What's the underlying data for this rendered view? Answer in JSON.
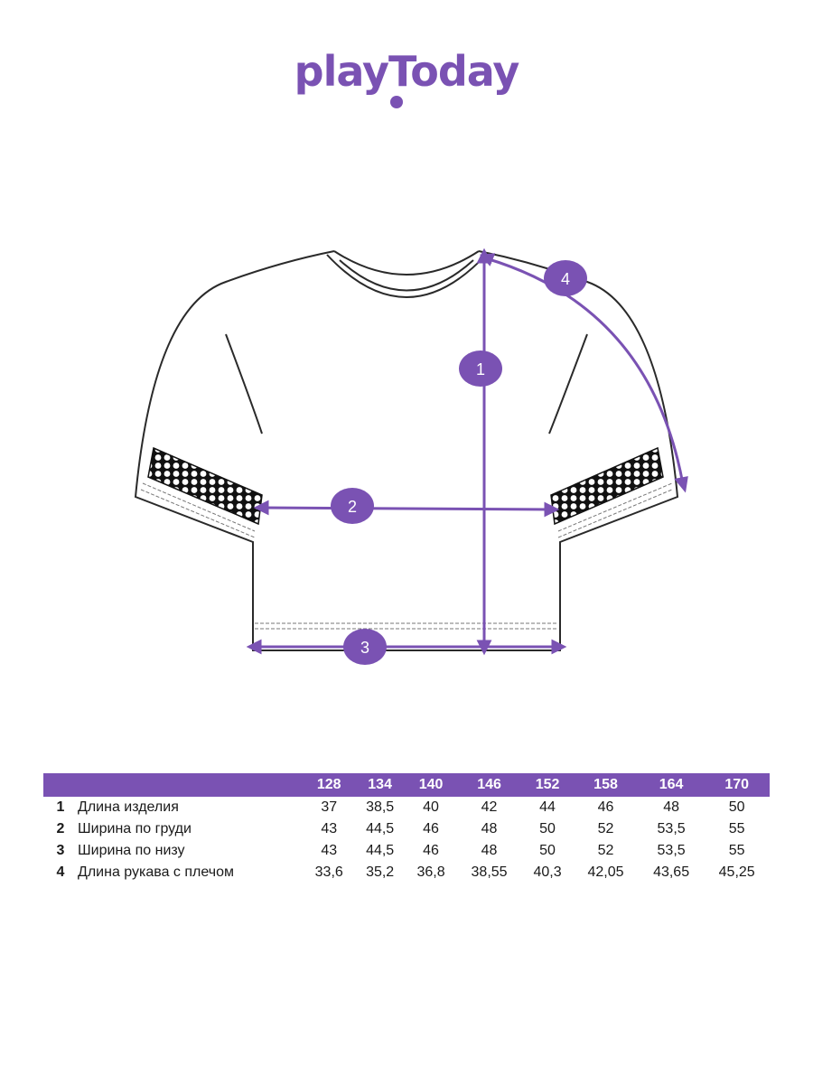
{
  "brand": {
    "logo_text": "playToday"
  },
  "colors": {
    "accent": "#7a52b3",
    "outline": "#2a2a2a"
  },
  "diagram": {
    "markers": [
      {
        "id": "1",
        "label": "1"
      },
      {
        "id": "2",
        "label": "2"
      },
      {
        "id": "3",
        "label": "3"
      },
      {
        "id": "4",
        "label": "4"
      }
    ]
  },
  "table": {
    "sizes": [
      "128",
      "134",
      "140",
      "146",
      "152",
      "158",
      "164",
      "170"
    ],
    "rows": [
      {
        "num": "1",
        "name": "Длина изделия",
        "values": [
          "37",
          "38,5",
          "40",
          "42",
          "44",
          "46",
          "48",
          "50"
        ]
      },
      {
        "num": "2",
        "name": "Ширина по груди",
        "values": [
          "43",
          "44,5",
          "46",
          "48",
          "50",
          "52",
          "53,5",
          "55"
        ]
      },
      {
        "num": "3",
        "name": "Ширина по низу",
        "values": [
          "43",
          "44,5",
          "46",
          "48",
          "50",
          "52",
          "53,5",
          "55"
        ]
      },
      {
        "num": "4",
        "name": "Длина рукава с плечом",
        "values": [
          "33,6",
          "35,2",
          "36,8",
          "38,55",
          "40,3",
          "42,05",
          "43,65",
          "45,25"
        ]
      }
    ]
  }
}
